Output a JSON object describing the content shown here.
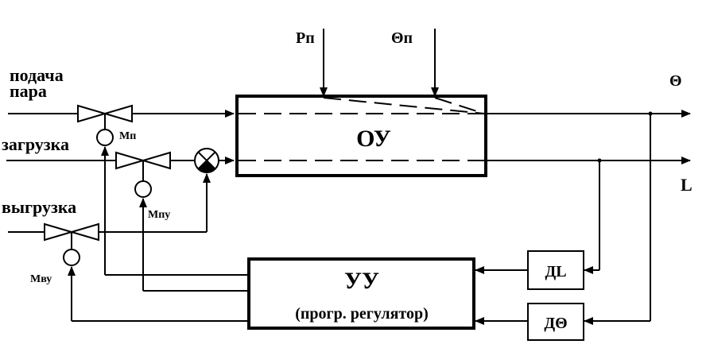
{
  "labels": {
    "steam_feed_line1": "подача",
    "steam_feed_line2": "пара",
    "loading": "загрузка",
    "unloading": "выгрузка",
    "pressure_disturbance": "Рп",
    "temperature_disturbance": "Θп",
    "output_temperature": "Θ",
    "output_level": "L",
    "actuator_steam": "Мп",
    "actuator_loading": "Мпу",
    "actuator_unloading": "Мву"
  },
  "blocks": {
    "plant": "ОУ",
    "controller_title": "УУ",
    "controller_subtitle": "(прогр. регулятор)",
    "level_sensor": "ДL",
    "temperature_sensor": "ДΘ"
  }
}
